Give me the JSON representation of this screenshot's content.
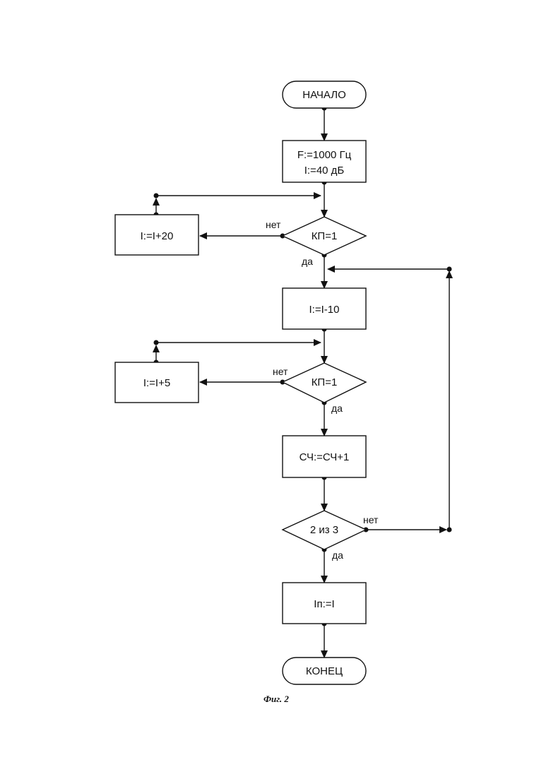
{
  "nodes": {
    "start": "НАЧАЛО",
    "init_line1": "F:=1000 Гц",
    "init_line2": "I:=40 дБ",
    "decision1": "КП=1",
    "inc20": "I:=I+20",
    "dec10": "I:=I-10",
    "decision2": "КП=1",
    "inc5": "I:=I+5",
    "counter": "СЧ:=СЧ+1",
    "decision3": "2 из 3",
    "result": "Iп:=I",
    "end": "КОНЕЦ"
  },
  "labels": {
    "no1": "нет",
    "yes1": "да",
    "no2": "нет",
    "yes2": "да",
    "no3": "нет",
    "yes3": "да"
  },
  "caption": "Фиг. 2"
}
